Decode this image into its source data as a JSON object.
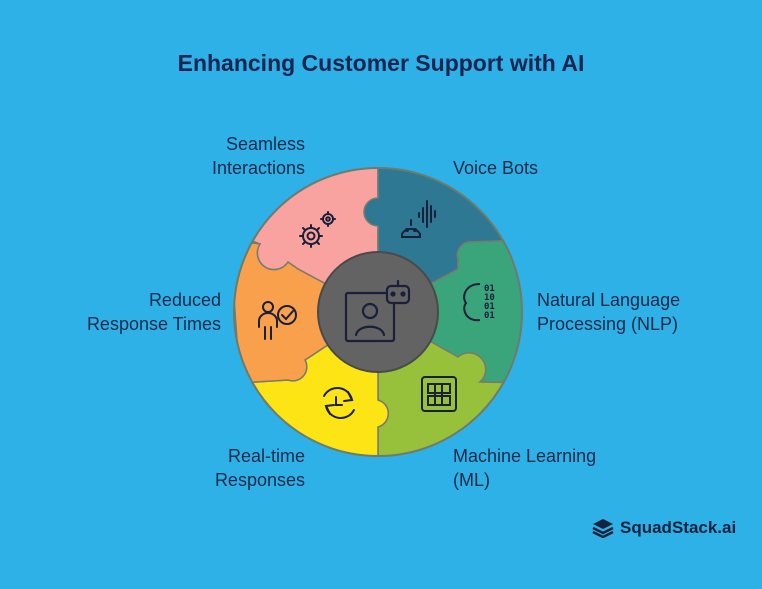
{
  "title": "Enhancing Customer Support with AI",
  "segments": [
    {
      "label_lines": [
        "Seamless",
        "Interactions"
      ],
      "color": "#f9a3a0",
      "icon": "gears-icon"
    },
    {
      "label_lines": [
        "Voice Bots"
      ],
      "color": "#2e7894",
      "icon": "voice-bot-icon"
    },
    {
      "label_lines": [
        "Natural Language",
        "Processing (NLP)"
      ],
      "color": "#3aa57a",
      "icon": "binary-brain-icon"
    },
    {
      "label_lines": [
        "Machine Learning",
        "(ML)"
      ],
      "color": "#97c03b",
      "icon": "grid-chip-icon"
    },
    {
      "label_lines": [
        "Real-time",
        "Responses"
      ],
      "color": "#fde415",
      "icon": "clock-refresh-icon"
    },
    {
      "label_lines": [
        "Reduced",
        "Response Times"
      ],
      "color": "#f9a04d",
      "icon": "person-check-icon"
    }
  ],
  "center": {
    "color": "#636363",
    "icon": "person-robot-icon"
  },
  "brand": {
    "text": "SquadStack.ai",
    "icon": "stack-logo-icon"
  }
}
